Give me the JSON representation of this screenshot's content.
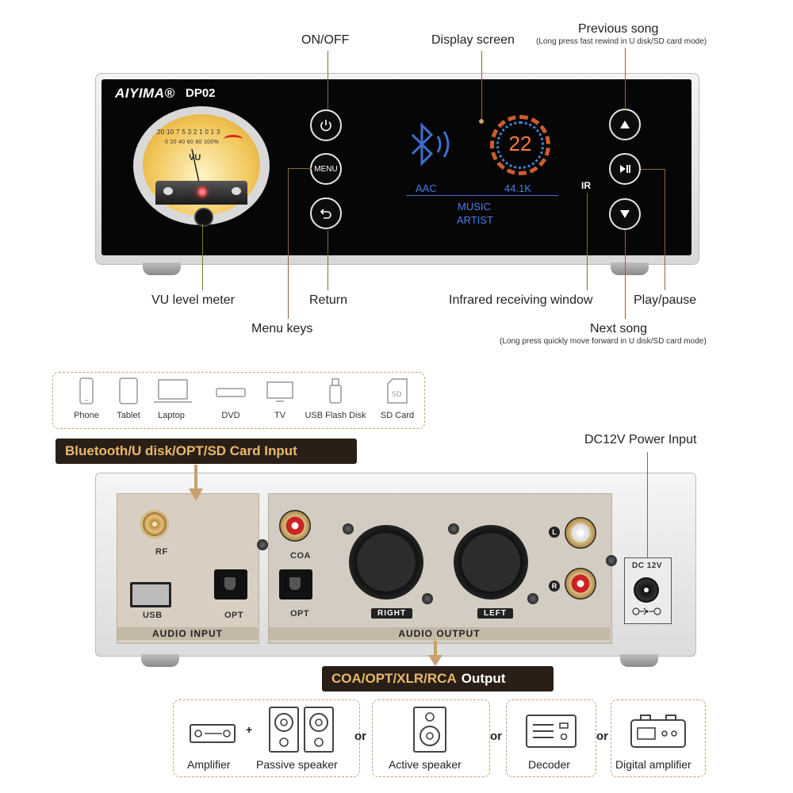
{
  "front": {
    "brand": "AIYIMA®",
    "model": "DP02",
    "vu_label": "VU",
    "vu_scale_top": "20 10 7 5 3 2 1 0 1 3",
    "vu_scale_bottom": "0 20 40 60 80 100%",
    "menu_button": "MENU",
    "screen": {
      "codec": "AAC",
      "rate": "44.1K",
      "volume": "22",
      "line1": "MUSIC",
      "line2": "ARTIST"
    },
    "ir_label": "IR"
  },
  "callouts": {
    "on_off": "ON/OFF",
    "display_screen": "Display screen",
    "previous_song": "Previous song",
    "previous_song_note": "(Long press fast rewind in U disk/SD card mode)",
    "vu_meter": "VU level meter",
    "return": "Return",
    "menu_keys": "Menu keys",
    "infrared": "Infrared receiving window",
    "play_pause": "Play/pause",
    "next_song": "Next song",
    "next_song_note": "(Long press quickly move forward in U disk/SD card mode)",
    "dc_power": "DC12V Power Input"
  },
  "sources": {
    "items": [
      "Phone",
      "Tablet",
      "Laptop",
      "DVD",
      "TV",
      "USB Flash Disk",
      "SD Card"
    ],
    "banner": "Bluetooth/U disk/OPT/SD Card Input"
  },
  "back": {
    "rf": "RF",
    "usb": "USB",
    "opt_in": "OPT",
    "audio_input": "AUDIO INPUT",
    "coa": "COA",
    "opt_out": "OPT",
    "right": "RIGHT",
    "left": "LEFT",
    "l": "L",
    "r": "R",
    "audio_output": "AUDIO OUTPUT",
    "dc": "DC 12V"
  },
  "outputs": {
    "banner_main": "COA/OPT/XLR/RCA",
    "banner_suffix": "Output",
    "amplifier": "Amplifier",
    "plus": "+",
    "passive_speaker": "Passive speaker",
    "active_speaker": "Active speaker",
    "decoder": "Decoder",
    "digital_amplifier": "Digital amplifier",
    "or": "or"
  },
  "colors": {
    "accent_gold": "#c9a072",
    "banner_dark": "#2a1f17",
    "screen_blue": "#4a7fe6",
    "screen_orange": "#ff7a3a"
  }
}
